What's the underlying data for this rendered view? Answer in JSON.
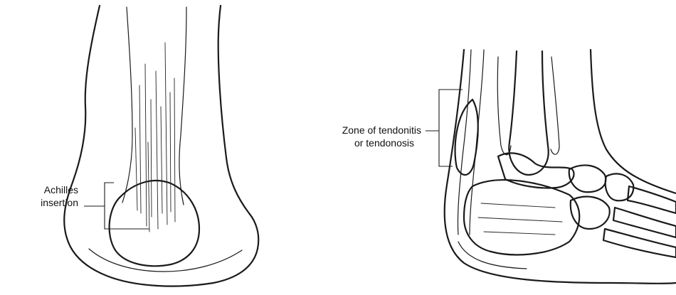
{
  "labels": {
    "achilles_line1": "Achilles",
    "achilles_line2": "insertion",
    "zone_line1": "Zone of tendonitis",
    "zone_line2": "or tendonosis"
  },
  "colors": {
    "line": "#1a1a1a",
    "background": "#ffffff"
  }
}
